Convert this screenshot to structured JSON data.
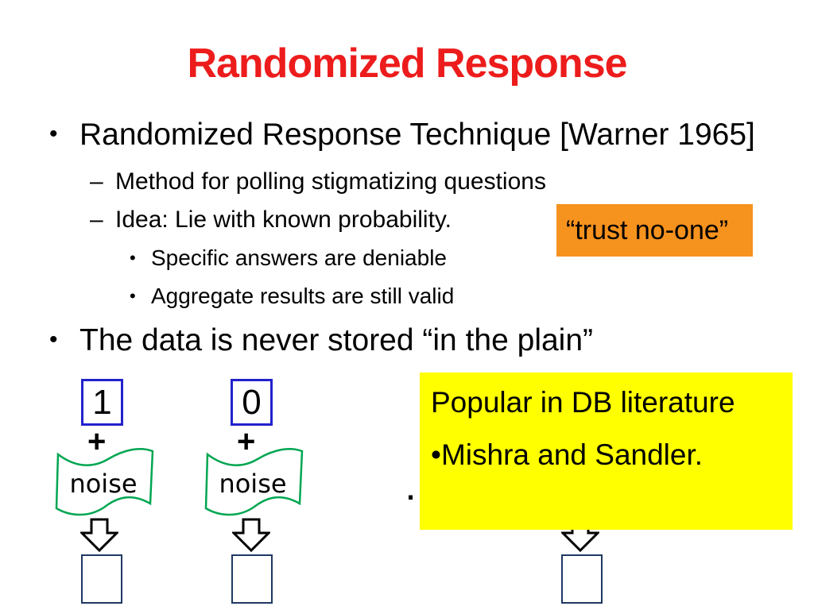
{
  "slide": {
    "title": {
      "text": "Randomized Response"
    },
    "bullets": [
      {
        "level": 1,
        "marker": "•",
        "text": "Randomized Response Technique [Warner 1965]"
      },
      {
        "level": 2,
        "marker": "–",
        "text": "Method for polling stigmatizing questions"
      },
      {
        "level": 2,
        "marker": "–",
        "text": "Idea: Lie with known probability."
      },
      {
        "level": 3,
        "marker": "•",
        "text": "Specific answers are deniable"
      },
      {
        "level": 3,
        "marker": "•",
        "text": "Aggregate results are still valid"
      },
      {
        "level": 1,
        "marker": "•",
        "text": "The data is never stored “in the plain”"
      }
    ],
    "callouts": {
      "trust": {
        "text": "“trust no-one”"
      },
      "popular": {
        "line1": "Popular in DB literature",
        "line2": "•Mishra and Sandler."
      }
    },
    "diagram": {
      "plus": "+",
      "noise_label": "noise",
      "ellipsis": "…",
      "groups": [
        {
          "input": "1"
        },
        {
          "input": "0"
        }
      ]
    },
    "colors": {
      "title_red": "#ED1C1C",
      "trust_bg": "#F6921E",
      "popular_bg": "#FFFF00",
      "input_box_border": "#2222CC",
      "output_box_border": "#1F3864",
      "flag_green": "#00A651"
    }
  }
}
